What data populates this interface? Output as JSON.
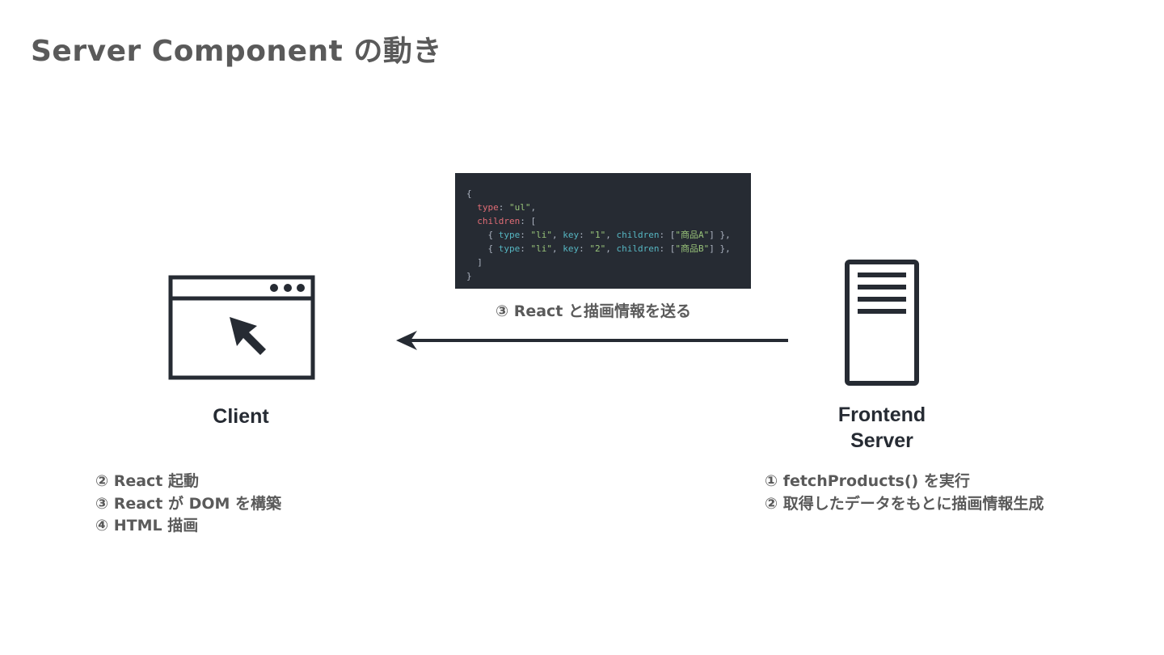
{
  "title": "Server Component の動き",
  "code": {
    "lines": [
      [
        {
          "t": "{",
          "c": "punc"
        }
      ],
      [
        {
          "t": "  type",
          "c": "key-red"
        },
        {
          "t": ": ",
          "c": "punc"
        },
        {
          "t": "\"ul\"",
          "c": "str"
        },
        {
          "t": ",",
          "c": "punc"
        }
      ],
      [
        {
          "t": "  children",
          "c": "key-red"
        },
        {
          "t": ": [",
          "c": "punc"
        }
      ],
      [
        {
          "t": "    { ",
          "c": "punc"
        },
        {
          "t": "type",
          "c": "key-cyan"
        },
        {
          "t": ": ",
          "c": "punc"
        },
        {
          "t": "\"li\"",
          "c": "str"
        },
        {
          "t": ", ",
          "c": "punc"
        },
        {
          "t": "key",
          "c": "key-cyan"
        },
        {
          "t": ": ",
          "c": "punc"
        },
        {
          "t": "\"1\"",
          "c": "str"
        },
        {
          "t": ", ",
          "c": "punc"
        },
        {
          "t": "children",
          "c": "key-cyan"
        },
        {
          "t": ": [",
          "c": "punc"
        },
        {
          "t": "\"商品A\"",
          "c": "str"
        },
        {
          "t": "] },",
          "c": "punc"
        }
      ],
      [
        {
          "t": "    { ",
          "c": "punc"
        },
        {
          "t": "type",
          "c": "key-cyan"
        },
        {
          "t": ": ",
          "c": "punc"
        },
        {
          "t": "\"li\"",
          "c": "str"
        },
        {
          "t": ", ",
          "c": "punc"
        },
        {
          "t": "key",
          "c": "key-cyan"
        },
        {
          "t": ": ",
          "c": "punc"
        },
        {
          "t": "\"2\"",
          "c": "str"
        },
        {
          "t": ", ",
          "c": "punc"
        },
        {
          "t": "children",
          "c": "key-cyan"
        },
        {
          "t": ": [",
          "c": "punc"
        },
        {
          "t": "\"商品B\"",
          "c": "str"
        },
        {
          "t": "] },",
          "c": "punc"
        }
      ],
      [
        {
          "t": "  ]",
          "c": "punc"
        }
      ],
      [
        {
          "t": "}",
          "c": "punc"
        }
      ]
    ]
  },
  "arrow_caption": "③ React と描画情報を送る",
  "client": {
    "label": "Client",
    "icon": "browser-window-icon",
    "steps": [
      "② React 起動",
      "③ React が DOM を構築",
      "④ HTML 描画"
    ]
  },
  "server": {
    "label_line1": "Frontend",
    "label_line2": "Server",
    "icon": "server-icon",
    "steps": [
      "① fetchProducts() を実行",
      "② 取得したデータをもとに描画情報生成"
    ]
  },
  "colors": {
    "icon": "#262b33",
    "text": "#5a5a5a",
    "code_bg": "#262b33"
  }
}
